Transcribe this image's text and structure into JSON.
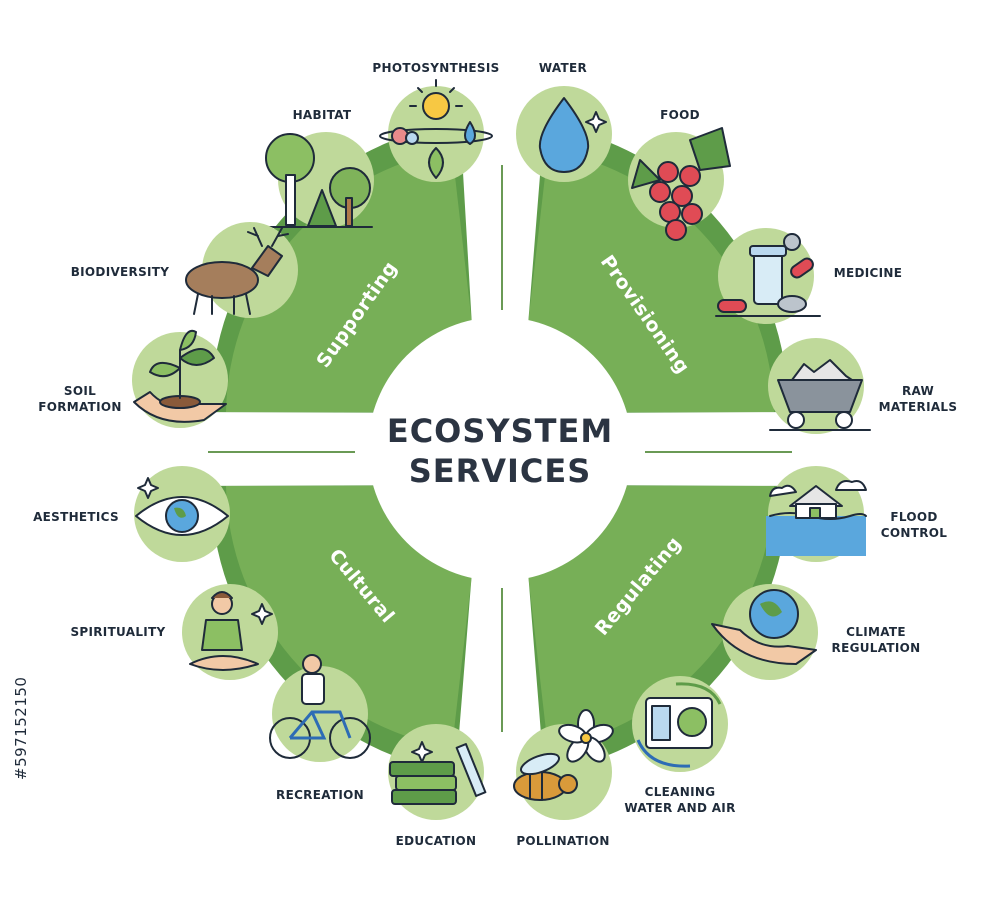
{
  "title": {
    "line1": "ECOSYSTEM",
    "line2": "SERVICES"
  },
  "categories": {
    "supporting": "Supporting",
    "provisioning": "Provisioning",
    "cultural": "Cultural",
    "regulating": "Regulating"
  },
  "labels": {
    "photosynthesis": "PHOTOSYNTHESIS",
    "habitat": "HABITAT",
    "biodiversity": "BIODIVERSITY",
    "soil_formation": [
      "SOIL",
      "FORMATION"
    ],
    "water": "WATER",
    "food": "FOOD",
    "medicine": "MEDICINE",
    "raw_materials": [
      "RAW",
      "MATERIALS"
    ],
    "aesthetics": "AESTHETICS",
    "spirituality": "SPIRITUALITY",
    "recreation": "RECREATION",
    "education": "EDUCATION",
    "flood_control": [
      "FLOOD",
      "CONTROL"
    ],
    "climate_regulation": [
      "CLIMATE",
      "REGULATION"
    ],
    "cleaning": [
      "CLEANING",
      "WATER AND AIR"
    ],
    "pollination": "POLLINATION"
  },
  "watermark": "#597152150",
  "colors": {
    "sector_dark": "#5e9c49",
    "sector_light": "#8cbf63",
    "icon_circle": "#bfd99a",
    "divider": "#6a9a55",
    "outline": "#1f2b3a",
    "title": "#2b3442"
  },
  "icons": [
    "sun-icon",
    "tree-icon",
    "reindeer-icon",
    "sprout-hand-icon",
    "water-drop-icon",
    "grapes-icon",
    "pills-icon",
    "mine-cart-icon",
    "eye-globe-icon",
    "meditation-icon",
    "bicycle-icon",
    "books-pencil-icon",
    "flooded-house-icon",
    "globe-hand-icon",
    "air-filter-icon",
    "bee-flower-icon"
  ]
}
